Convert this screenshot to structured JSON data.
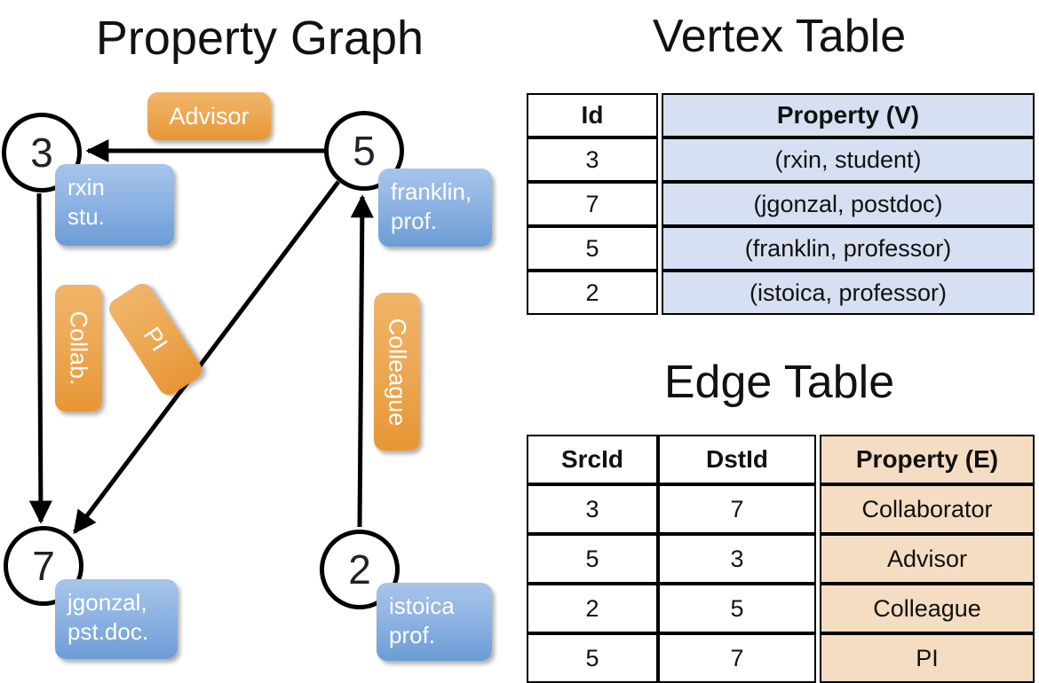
{
  "titles": {
    "graph": "Property Graph",
    "vertex": "Vertex Table",
    "edge": "Edge Table"
  },
  "graph": {
    "nodes": [
      {
        "id": "3",
        "label_line1": "rxin",
        "label_line2": "stu."
      },
      {
        "id": "5",
        "label_line1": "franklin,",
        "label_line2": "prof."
      },
      {
        "id": "7",
        "label_line1": "jgonzal,",
        "label_line2": "pst.doc."
      },
      {
        "id": "2",
        "label_line1": "istoica",
        "label_line2": "prof."
      }
    ],
    "edge_labels": [
      {
        "text": "Advisor",
        "orientation": "horizontal"
      },
      {
        "text": "Collab.",
        "orientation": "vertical"
      },
      {
        "text": "PI",
        "orientation": "diagonal"
      },
      {
        "text": "Colleague",
        "orientation": "vertical"
      }
    ],
    "edges": [
      {
        "src": "5",
        "dst": "3",
        "label": "Advisor"
      },
      {
        "src": "3",
        "dst": "7",
        "label": "Collab."
      },
      {
        "src": "5",
        "dst": "7",
        "label": "PI"
      },
      {
        "src": "2",
        "dst": "5",
        "label": "Colleague"
      }
    ]
  },
  "vertex_table": {
    "headers": [
      "Id",
      "Property (V)"
    ],
    "rows": [
      {
        "id": "3",
        "property": "(rxin, student)"
      },
      {
        "id": "7",
        "property": "(jgonzal, postdoc)"
      },
      {
        "id": "5",
        "property": "(franklin, professor)"
      },
      {
        "id": "2",
        "property": "(istoica, professor)"
      }
    ]
  },
  "edge_table": {
    "headers": [
      "SrcId",
      "DstId",
      "Property (E)"
    ],
    "rows": [
      {
        "src": "3",
        "dst": "7",
        "property": "Collaborator"
      },
      {
        "src": "5",
        "dst": "3",
        "property": "Advisor"
      },
      {
        "src": "2",
        "dst": "5",
        "property": "Colleague"
      },
      {
        "src": "5",
        "dst": "7",
        "property": "PI"
      }
    ]
  },
  "colors": {
    "vertex_fill": "#d6e0f2",
    "edge_fill": "#f4ddc2",
    "vertex_box": "#8fb4e3",
    "edge_box": "#eda955",
    "stroke": "#000000"
  }
}
